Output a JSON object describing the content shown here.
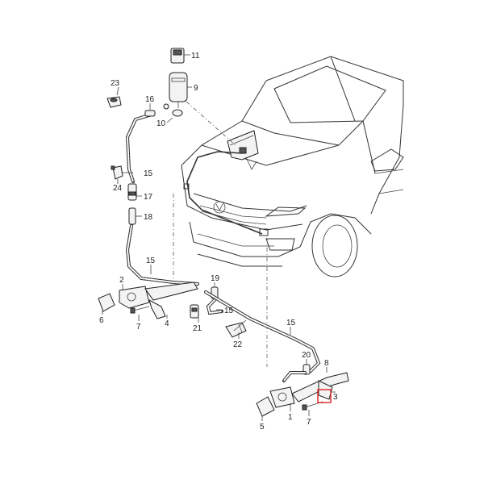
{
  "callouts": {
    "c1": "1",
    "c2": "2",
    "c3": "3",
    "c4": "4",
    "c5": "5",
    "c6": "6",
    "c7a": "7",
    "c7b": "7",
    "c8": "8",
    "c9": "9",
    "c10": "10",
    "c11": "11",
    "c15a": "15",
    "c15b": "15",
    "c15c": "15",
    "c15d": "15",
    "c16": "16",
    "c17": "17",
    "c18": "18",
    "c19": "19",
    "c20": "20",
    "c21": "21",
    "c22": "22",
    "c23": "23",
    "c24": "24"
  },
  "colors": {
    "highlight": "#dd2222",
    "line": "#333333"
  }
}
